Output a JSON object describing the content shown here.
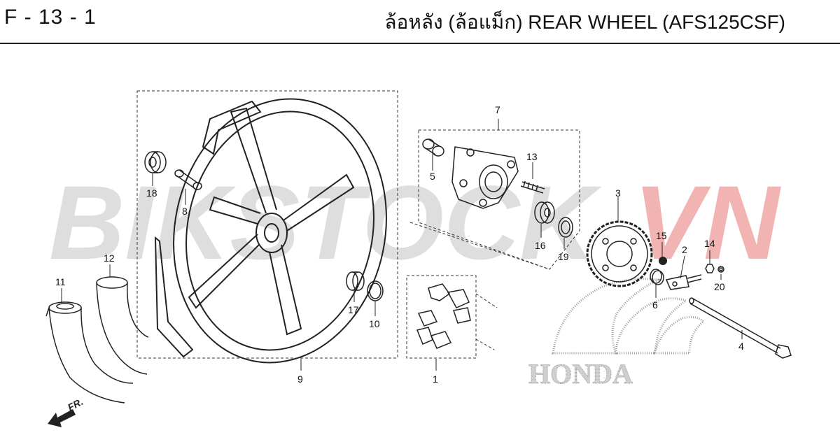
{
  "header": {
    "code": "F - 13 - 1",
    "title": "ล้อหลัง (ล้อแม็ก)  REAR WHEEL (AFS125CSF)"
  },
  "watermark": {
    "text_a": "BIKSTOCK",
    "text_b": "VN",
    "color_a": "#d9d9d9",
    "color_b": "#f0a6a6"
  },
  "brand_mark": {
    "text": "HONDA"
  },
  "direction": {
    "text": "FR."
  },
  "callouts": [
    "1",
    "2",
    "3",
    "4",
    "5",
    "6",
    "7",
    "8",
    "9",
    "10",
    "11",
    "12",
    "13",
    "14",
    "15",
    "16",
    "17",
    "18",
    "19",
    "20"
  ]
}
